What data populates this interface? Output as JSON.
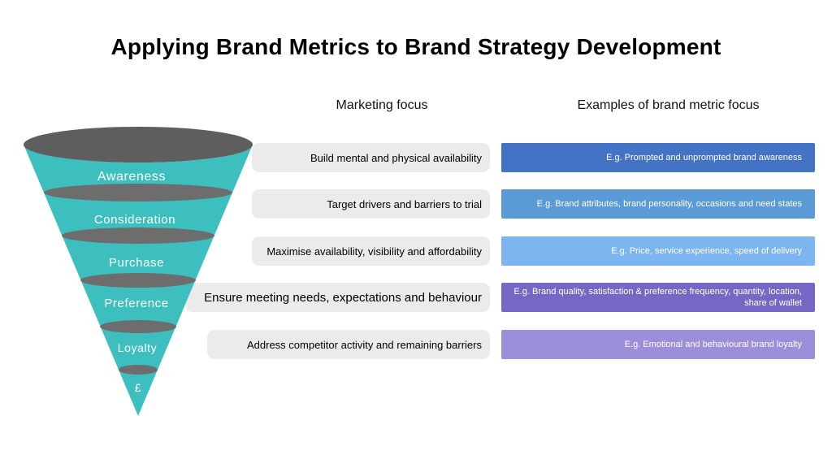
{
  "title": "Applying Brand Metrics to Brand Strategy Development",
  "headers": {
    "marketing": "Marketing focus",
    "examples": "Examples of brand metric focus"
  },
  "funnel": {
    "color": "#3ebfbf",
    "top_color": "#5e5e5e",
    "band_color": "#6d6d6d",
    "stages": [
      {
        "label": "Awareness"
      },
      {
        "label": "Consideration"
      },
      {
        "label": "Purchase"
      },
      {
        "label": "Preference"
      },
      {
        "label": "Loyalty"
      },
      {
        "label": "£"
      }
    ]
  },
  "rows": [
    {
      "marketing": "Build mental and physical availability",
      "example": "E.g. Prompted and unprompted brand awareness",
      "example_color": "#4472c4"
    },
    {
      "marketing": "Target drivers and barriers to trial",
      "example": "E.g. Brand attributes, brand personality, occasions and need states",
      "example_color": "#5b9bd5"
    },
    {
      "marketing": "Maximise availability, visibility and affordability",
      "example": "E.g. Price, service experience, speed of delivery",
      "example_color": "#7cb5f0"
    },
    {
      "marketing": "Ensure meeting needs, expectations and behaviour",
      "example": "E.g. Brand quality, satisfaction & preference  frequency, quantity, location, share of wallet",
      "example_color": "#7767c5"
    },
    {
      "marketing": "Address competitor activity and remaining barriers",
      "example": "E.g. Emotional and behavioural brand loyalty",
      "example_color": "#9c8edb"
    }
  ]
}
